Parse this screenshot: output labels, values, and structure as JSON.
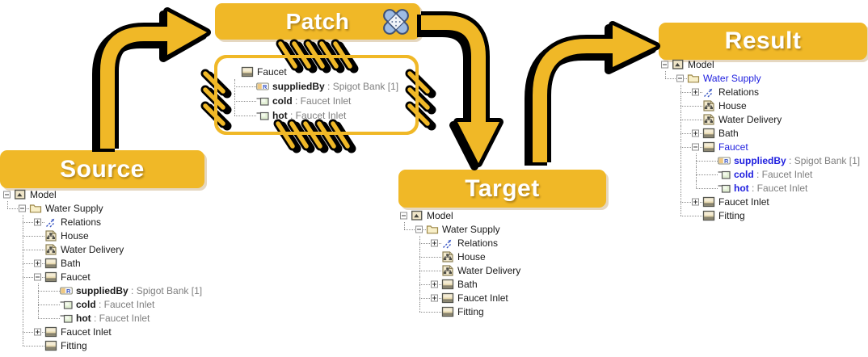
{
  "banners": {
    "source": "Source",
    "patch": "Patch",
    "target": "Target",
    "result": "Result"
  },
  "colors": {
    "accent": "#F0B827",
    "tree_blue": "#2020DF",
    "tree_gray": "#7F7F7F",
    "tree_text": "#1A1A1A",
    "bandage_fill": "#9EBCE4",
    "bandage_outline": "#3F5277"
  },
  "separator": " : ",
  "source_tree": {
    "rows": [
      {
        "level": 0,
        "expander": "minus",
        "icon": "model-icon",
        "label": "Model"
      },
      {
        "level": 1,
        "expander": "minus",
        "icon": "folder-icon",
        "label": "Water Supply"
      },
      {
        "level": 2,
        "expander": "plus",
        "icon": "relations-icon",
        "label": "Relations"
      },
      {
        "level": 2,
        "icon": "diagram-icon",
        "label": "House"
      },
      {
        "level": 2,
        "icon": "diagram-icon",
        "label": "Water Delivery"
      },
      {
        "level": 2,
        "expander": "plus",
        "icon": "class-icon",
        "label": "Bath"
      },
      {
        "level": 2,
        "expander": "minus",
        "icon": "class-icon",
        "label": "Faucet"
      },
      {
        "level": 3,
        "icon": "reference-icon",
        "label": "suppliedBy",
        "bold": true,
        "type": "Spigot Bank [1]"
      },
      {
        "level": 3,
        "icon": "port-icon",
        "label": "cold",
        "bold": true,
        "type": "Faucet Inlet"
      },
      {
        "level": 3,
        "icon": "port-icon",
        "label": "hot",
        "bold": true,
        "type": "Faucet Inlet"
      },
      {
        "level": 2,
        "expander": "plus",
        "icon": "class-icon",
        "label": "Faucet Inlet"
      },
      {
        "level": 2,
        "icon": "class-icon",
        "label": "Fitting"
      }
    ]
  },
  "patch_tree": {
    "rows": [
      {
        "level": 0,
        "icon": "class-icon",
        "label": "Faucet"
      },
      {
        "level": 1,
        "icon": "reference-icon",
        "label": "suppliedBy",
        "bold": true,
        "type": "Spigot Bank [1]"
      },
      {
        "level": 1,
        "icon": "port-icon",
        "label": "cold",
        "bold": true,
        "type": "Faucet Inlet"
      },
      {
        "level": 1,
        "icon": "port-icon",
        "label": "hot",
        "bold": true,
        "type": "Faucet Inlet"
      }
    ]
  },
  "target_tree": {
    "rows": [
      {
        "level": 0,
        "expander": "minus",
        "icon": "model-icon",
        "label": "Model"
      },
      {
        "level": 1,
        "expander": "minus",
        "icon": "folder-icon",
        "label": "Water Supply"
      },
      {
        "level": 2,
        "expander": "plus",
        "icon": "relations-icon",
        "label": "Relations"
      },
      {
        "level": 2,
        "icon": "diagram-icon",
        "label": "House"
      },
      {
        "level": 2,
        "icon": "diagram-icon",
        "label": "Water Delivery"
      },
      {
        "level": 2,
        "expander": "plus",
        "icon": "class-icon",
        "label": "Bath"
      },
      {
        "level": 2,
        "expander": "plus",
        "icon": "class-icon",
        "label": "Faucet Inlet"
      },
      {
        "level": 2,
        "icon": "class-icon",
        "label": "Fitting"
      }
    ]
  },
  "result_tree": {
    "rows": [
      {
        "level": 0,
        "expander": "minus",
        "icon": "model-icon",
        "label": "Model"
      },
      {
        "level": 1,
        "expander": "minus",
        "icon": "folder-icon",
        "label": "Water Supply",
        "blue": true
      },
      {
        "level": 2,
        "expander": "plus",
        "icon": "relations-icon",
        "label": "Relations"
      },
      {
        "level": 2,
        "icon": "diagram-icon",
        "label": "House"
      },
      {
        "level": 2,
        "icon": "diagram-icon",
        "label": "Water Delivery"
      },
      {
        "level": 2,
        "expander": "plus",
        "icon": "class-icon",
        "label": "Bath"
      },
      {
        "level": 2,
        "expander": "minus",
        "icon": "class-icon",
        "label": "Faucet",
        "blue": true
      },
      {
        "level": 3,
        "icon": "reference-icon",
        "label": "suppliedBy",
        "bold": true,
        "blue": true,
        "type": "Spigot Bank [1]"
      },
      {
        "level": 3,
        "icon": "port-icon",
        "label": "cold",
        "bold": true,
        "blue": true,
        "type": "Faucet Inlet"
      },
      {
        "level": 3,
        "icon": "port-icon",
        "label": "hot",
        "bold": true,
        "blue": true,
        "type": "Faucet Inlet"
      },
      {
        "level": 2,
        "expander": "plus",
        "icon": "class-icon",
        "label": "Faucet Inlet"
      },
      {
        "level": 2,
        "icon": "class-icon",
        "label": "Fitting"
      }
    ]
  }
}
